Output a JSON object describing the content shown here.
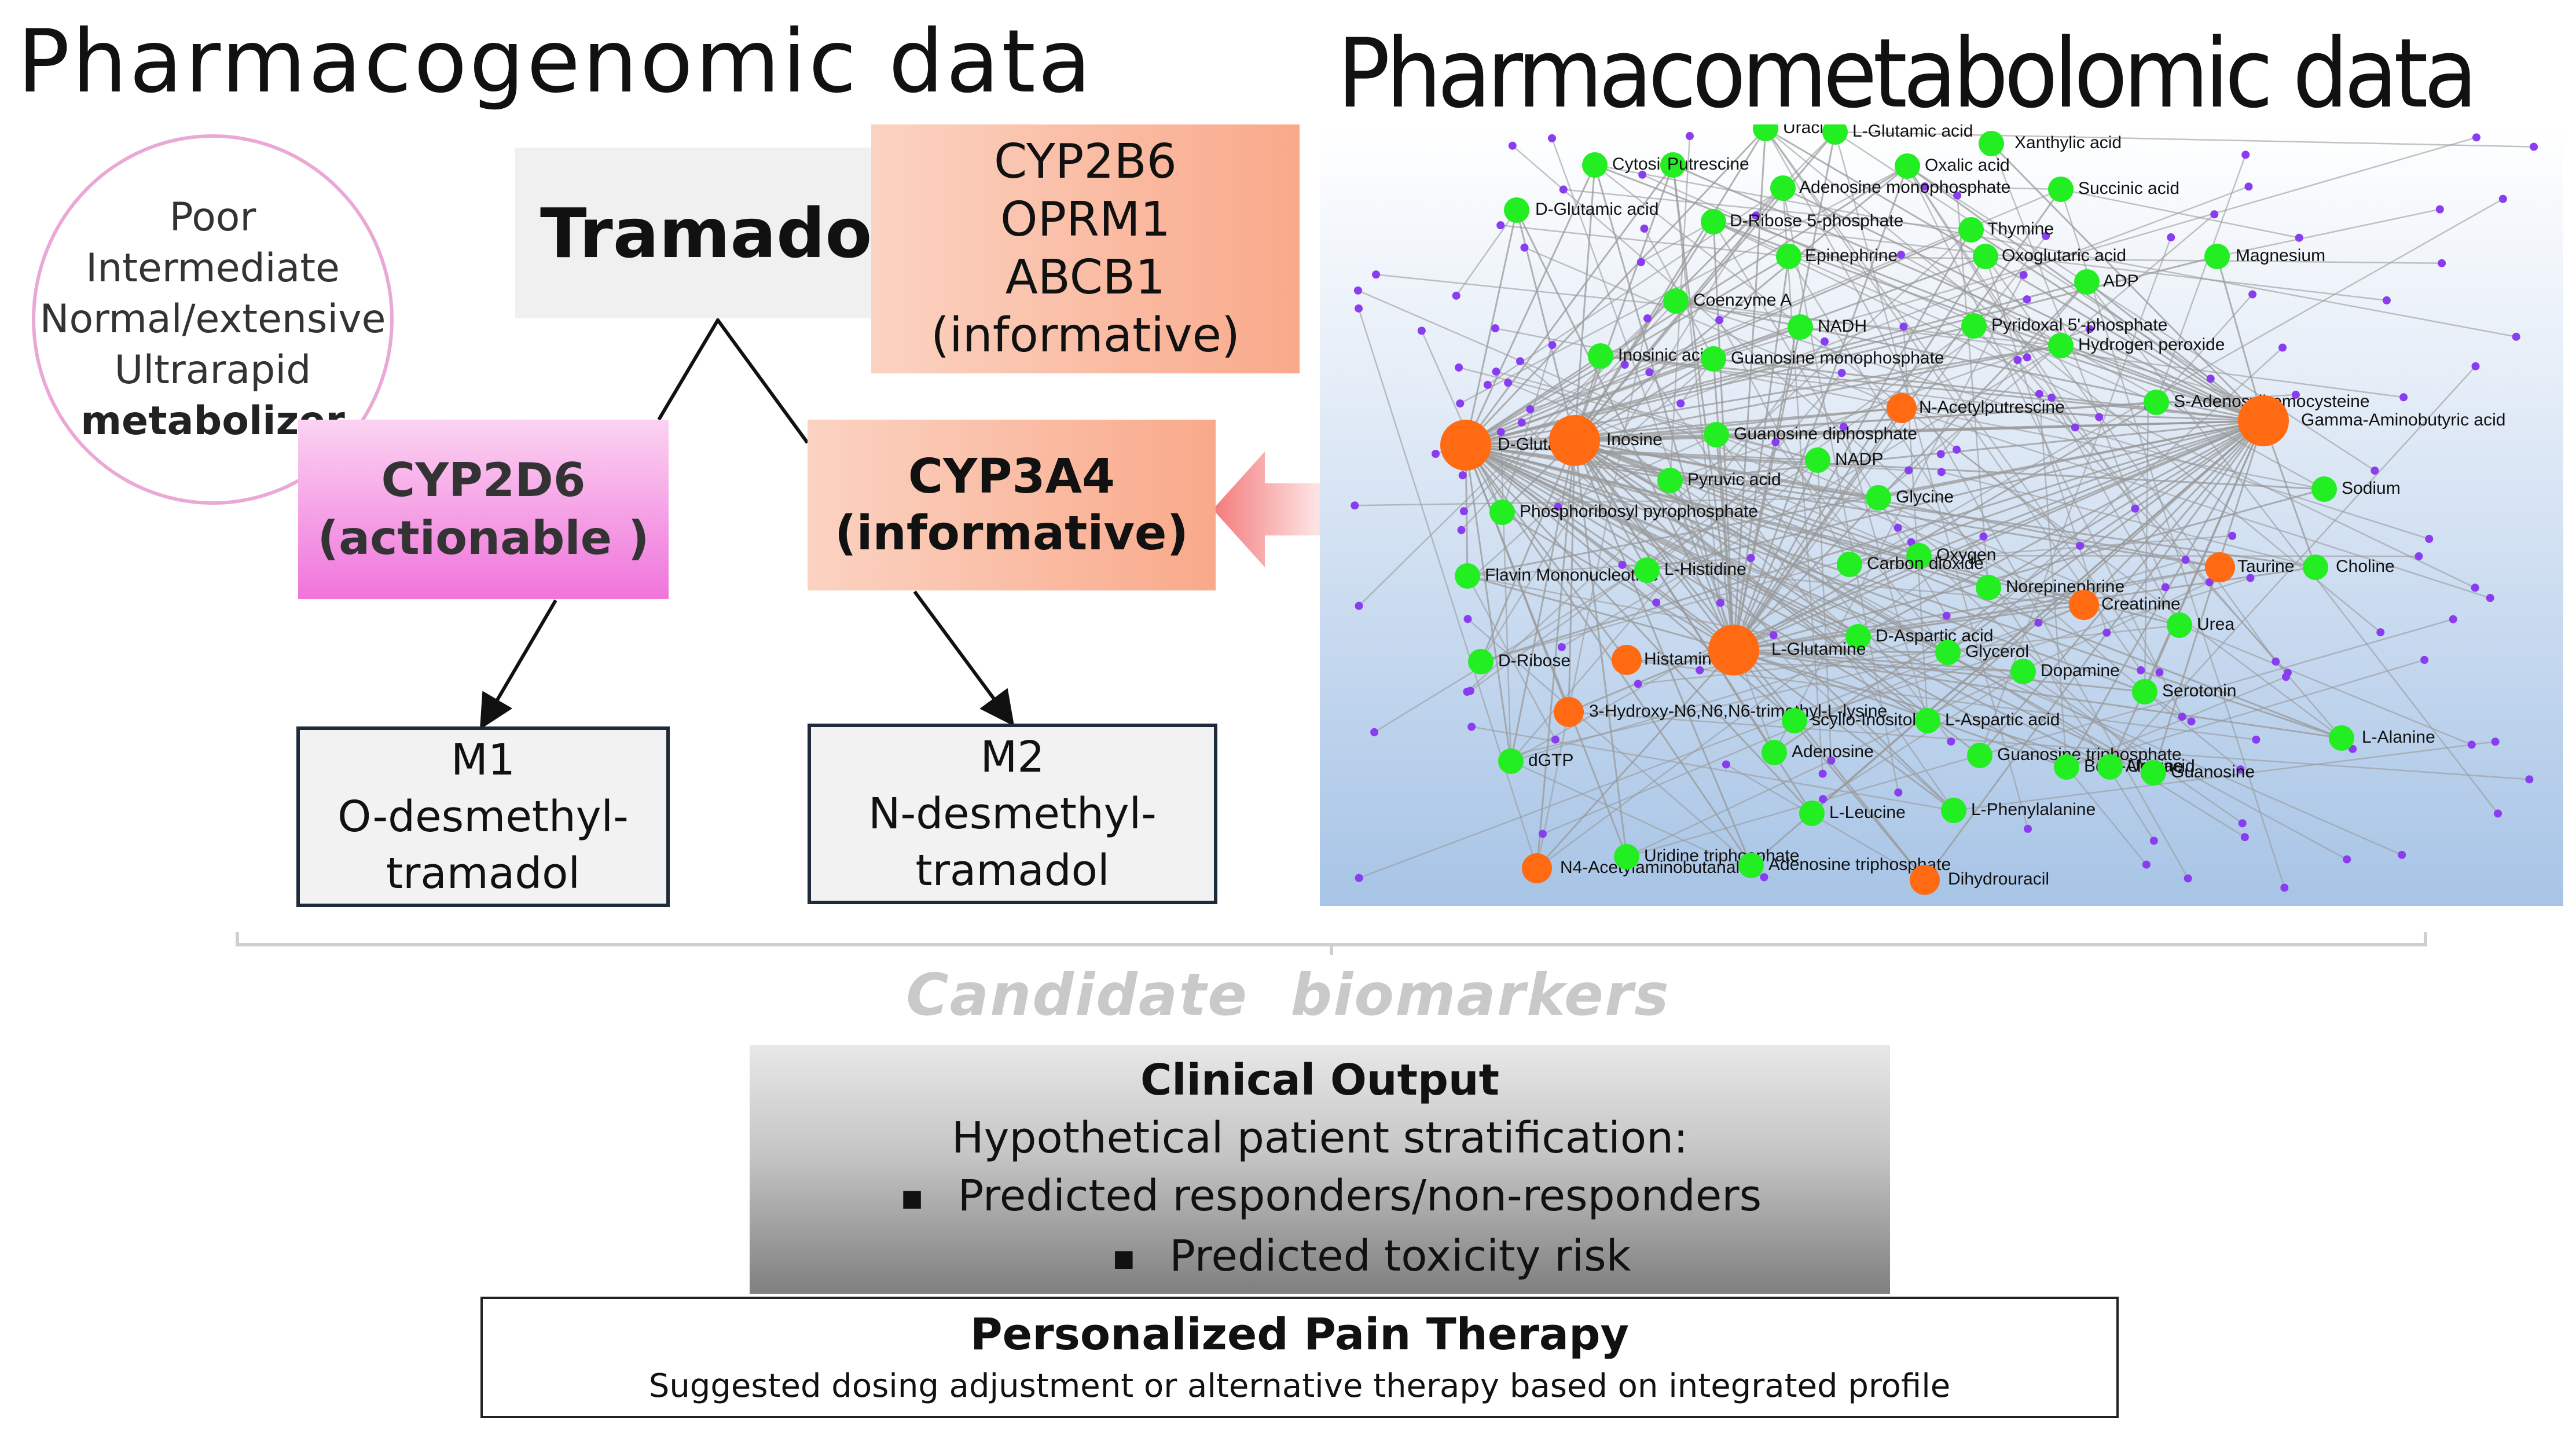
{
  "titles": {
    "left": "Pharmacogenomic data",
    "right": "Pharmacometabolomic data"
  },
  "drug": "Tramadol",
  "genes": [
    "CYP2B6",
    "OPRM1",
    "ABCB1",
    "(informative)"
  ],
  "metabolizer_phenotypes": [
    "Poor",
    "Intermediate",
    "Normal/extensive",
    "Ultrarapid"
  ],
  "metabolizer_word": "metabolizer",
  "enzymes": {
    "cyp2d6": {
      "name": "CYP2D6",
      "tag": "(actionable )"
    },
    "cyp3a4": {
      "name": "CYP3A4",
      "tag": "(informative)"
    }
  },
  "metabolites": {
    "m1": {
      "code": "M1",
      "line1": "O-desmethyl-",
      "line2": "tramadol"
    },
    "m2": {
      "code": "M2",
      "line1": "N-desmethyl-",
      "line2": "tramadol"
    }
  },
  "section_label": "Candidate  biomarkers",
  "clinical": {
    "title": "Clinical Output",
    "subtitle": "Hypothetical patient stratification:",
    "bullets": [
      "Predicted responders/non-responders",
      "Predicted toxicity risk"
    ],
    "bullet_glyph": "■"
  },
  "personalized": {
    "title": "Personalized Pain Therapy",
    "subtitle": "Suggested dosing adjustment or alternative therapy based on integrated profile"
  },
  "network": {
    "colors": {
      "metabolite": "#22ee22",
      "hub": "#ff6a13",
      "small": "#8a3cf0",
      "edge": "#9a9a9a"
    },
    "nodes": [
      {
        "label": "Uracil",
        "type": "metabolite"
      },
      {
        "label": "L-Glutamic acid",
        "type": "metabolite"
      },
      {
        "label": "Xanthylic acid",
        "type": "metabolite"
      },
      {
        "label": "Cytosine",
        "type": "metabolite"
      },
      {
        "label": "Putrescine",
        "type": "metabolite"
      },
      {
        "label": "Oxalic acid",
        "type": "metabolite"
      },
      {
        "label": "Adenosine monophosphate",
        "type": "metabolite"
      },
      {
        "label": "Succinic acid",
        "type": "metabolite"
      },
      {
        "label": "D-Glutamic acid",
        "type": "metabolite"
      },
      {
        "label": "D-Ribose 5-phosphate",
        "type": "metabolite"
      },
      {
        "label": "Thymine",
        "type": "metabolite"
      },
      {
        "label": "Epinephrine",
        "type": "metabolite"
      },
      {
        "label": "Oxoglutaric acid",
        "type": "metabolite"
      },
      {
        "label": "Magnesium",
        "type": "metabolite"
      },
      {
        "label": "ADP",
        "type": "metabolite"
      },
      {
        "label": "Coenzyme A",
        "type": "metabolite"
      },
      {
        "label": "NADH",
        "type": "metabolite"
      },
      {
        "label": "Pyridoxal 5'-phosphate",
        "type": "metabolite"
      },
      {
        "label": "Hydrogen peroxide",
        "type": "metabolite"
      },
      {
        "label": "Inosinic acid",
        "type": "metabolite"
      },
      {
        "label": "Guanosine monophosphate",
        "type": "metabolite"
      },
      {
        "label": "N-Acetylputrescine",
        "type": "hub"
      },
      {
        "label": "S-Adenosylhomocysteine",
        "type": "metabolite"
      },
      {
        "label": "Gamma-Aminobutyric acid",
        "type": "hub"
      },
      {
        "label": "D-Glutamine",
        "type": "hub"
      },
      {
        "label": "Inosine",
        "type": "hub"
      },
      {
        "label": "Guanosine diphosphate",
        "type": "metabolite"
      },
      {
        "label": "NADP",
        "type": "metabolite"
      },
      {
        "label": "Pyruvic acid",
        "type": "metabolite"
      },
      {
        "label": "Glycine",
        "type": "metabolite"
      },
      {
        "label": "Sodium",
        "type": "metabolite"
      },
      {
        "label": "Phosphoribosyl pyrophosphate",
        "type": "metabolite"
      },
      {
        "label": "Oxygen",
        "type": "metabolite"
      },
      {
        "label": "Carbon dioxide",
        "type": "metabolite"
      },
      {
        "label": "Taurine",
        "type": "hub"
      },
      {
        "label": "Choline",
        "type": "metabolite"
      },
      {
        "label": "Flavin Mononucleotide",
        "type": "metabolite"
      },
      {
        "label": "L-Histidine",
        "type": "metabolite"
      },
      {
        "label": "Norepinephrine",
        "type": "metabolite"
      },
      {
        "label": "Creatinine",
        "type": "hub"
      },
      {
        "label": "Urea",
        "type": "metabolite"
      },
      {
        "label": "D-Aspartic acid",
        "type": "metabolite"
      },
      {
        "label": "Glycerol",
        "type": "metabolite"
      },
      {
        "label": "D-Ribose",
        "type": "metabolite"
      },
      {
        "label": "Histamine",
        "type": "hub"
      },
      {
        "label": "L-Glutamine",
        "type": "hub"
      },
      {
        "label": "Dopamine",
        "type": "metabolite"
      },
      {
        "label": "Serotonin",
        "type": "metabolite"
      },
      {
        "label": "3-Hydroxy-N6,N6,N6-trimethyl-L-lysine",
        "type": "hub"
      },
      {
        "label": "scyllo-Inositol",
        "type": "metabolite"
      },
      {
        "label": "L-Aspartic acid",
        "type": "metabolite"
      },
      {
        "label": "L-Alanine",
        "type": "metabolite"
      },
      {
        "label": "dGTP",
        "type": "metabolite"
      },
      {
        "label": "Adenosine",
        "type": "metabolite"
      },
      {
        "label": "Guanosine triphosphate",
        "type": "metabolite"
      },
      {
        "label": "Beta-Alanine",
        "type": "metabolite"
      },
      {
        "label": "Uric acid",
        "type": "metabolite"
      },
      {
        "label": "Guanosine",
        "type": "metabolite"
      },
      {
        "label": "L-Leucine",
        "type": "metabolite"
      },
      {
        "label": "L-Phenylalanine",
        "type": "metabolite"
      },
      {
        "label": "N4-Acetylaminobutanal",
        "type": "hub"
      },
      {
        "label": "Uridine triphosphate",
        "type": "metabolite"
      },
      {
        "label": "Adenosine triphosphate",
        "type": "metabolite"
      },
      {
        "label": "Dihydrouracil",
        "type": "hub"
      }
    ]
  }
}
